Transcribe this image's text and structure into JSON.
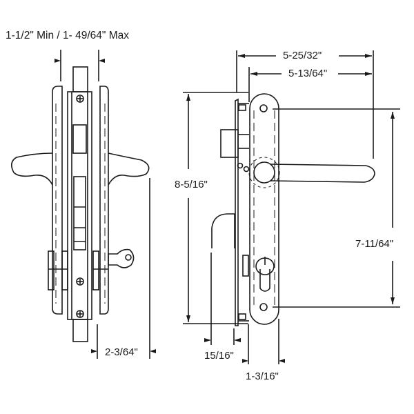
{
  "diagram": {
    "subject": "mortise lock with lever handles",
    "views": [
      "side-view",
      "front-view"
    ],
    "dimensions": {
      "door_thickness": "1-1/2\" Min / 1- 49/64\" Max",
      "lever_projection_side": "2-3/64\"",
      "overall_depth": "5-25/32\"",
      "lever_depth": "5-13/64\"",
      "overall_height": "8-5/16\"",
      "screw_spacing": "7-11/64\"",
      "backset": "15/16\"",
      "plate_width": "1-3/16\""
    },
    "colors": {
      "line": "#1a1a1a",
      "background": "#ffffff"
    }
  }
}
